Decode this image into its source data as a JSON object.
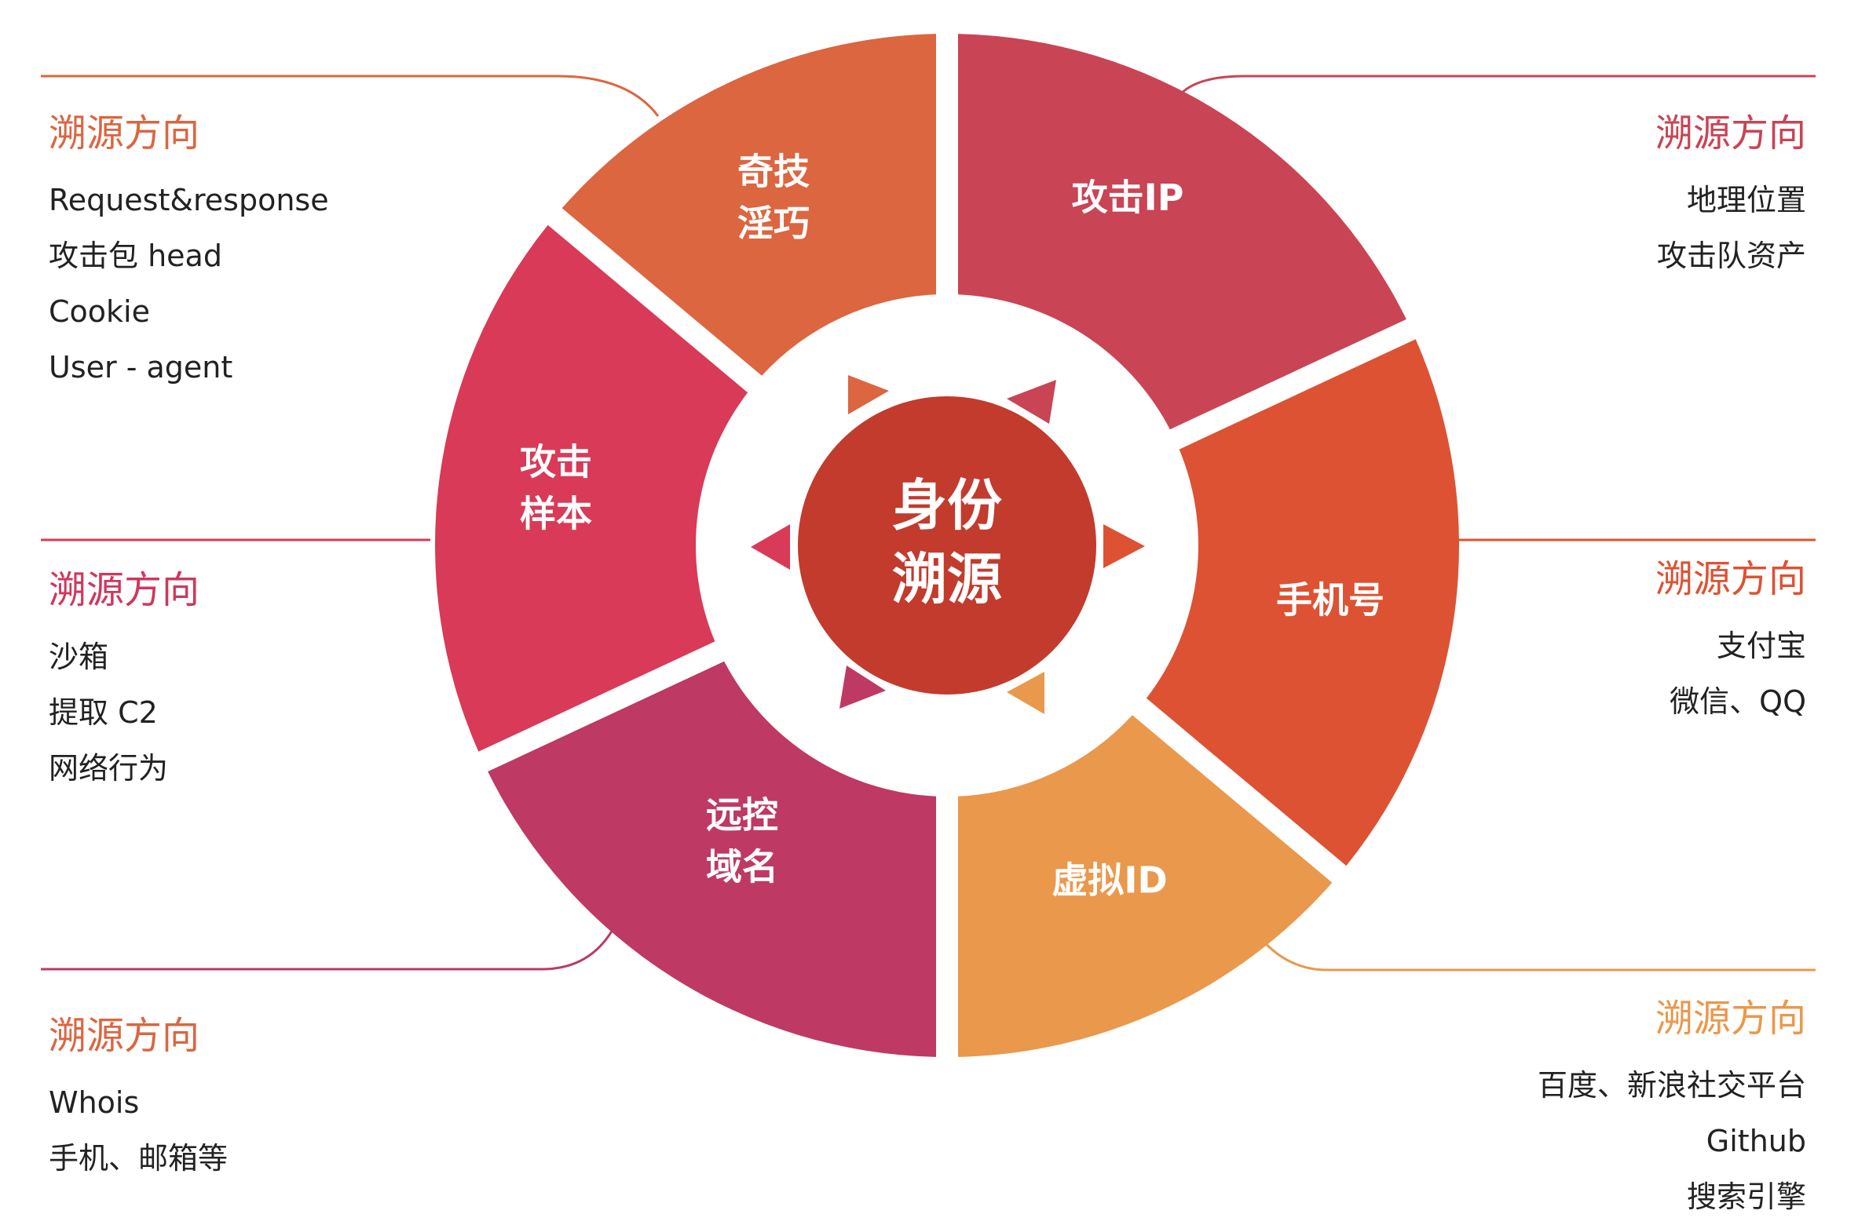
{
  "colors": {
    "orange": "#DB6640",
    "crimson": "#C94454",
    "red": "#D93A57",
    "red_orange": "#DD5233",
    "magenta": "#BE3963",
    "light_orange": "#EA984C",
    "center": "#C23B2D",
    "title_orange": "#DB6640",
    "title_red": "#D0375C"
  },
  "center": {
    "line1": "身份",
    "line2": "溯源"
  },
  "segments": [
    {
      "id": "qiji",
      "lines": [
        "奇技",
        "淫巧"
      ]
    },
    {
      "id": "attack-ip",
      "lines": [
        "攻击IP"
      ]
    },
    {
      "id": "phone",
      "lines": [
        "手机号"
      ]
    },
    {
      "id": "virtual-id",
      "lines": [
        "虚拟ID"
      ]
    },
    {
      "id": "remote-domain",
      "lines": [
        "远控",
        "域名"
      ]
    },
    {
      "id": "attack-sample",
      "lines": [
        "攻击",
        "样本"
      ]
    }
  ],
  "panels": {
    "top_left": {
      "title": "溯源方向",
      "items": [
        "Request&response",
        "攻击包 head",
        "Cookie",
        "User - agent"
      ]
    },
    "mid_left": {
      "title": "溯源方向",
      "items": [
        "沙箱",
        "提取 C2",
        "网络行为"
      ]
    },
    "bottom_left": {
      "title": "溯源方向",
      "items": [
        "Whois",
        "手机、邮箱等"
      ]
    },
    "top_right": {
      "title": "溯源方向",
      "items": [
        "地理位置",
        "攻击队资产"
      ]
    },
    "mid_right": {
      "title": "溯源方向",
      "items": [
        "支付宝",
        "微信、QQ"
      ]
    },
    "bottom_right": {
      "title": "溯源方向",
      "items": [
        "百度、新浪社交平台",
        "Github",
        "搜索引擎"
      ]
    }
  }
}
